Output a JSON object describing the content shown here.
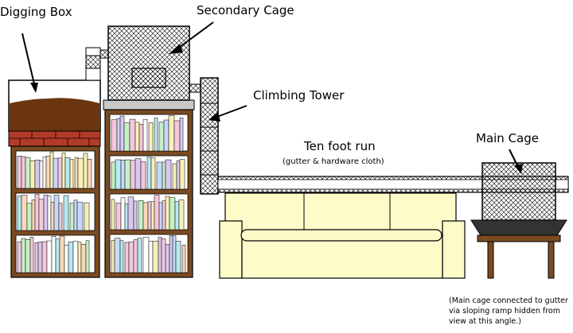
{
  "labels": {
    "digging_box": "Digging Box",
    "secondary_cage": "Secondary Cage",
    "climbing_tower": "Climbing Tower",
    "run": "Ten foot run",
    "run_sub": "(gutter & hardware cloth)",
    "main_cage": "Main Cage"
  },
  "note": {
    "line1": "(Main cage connected to gutter",
    "line2": "via sloping ramp hidden from",
    "line3": "view at this angle.)"
  },
  "colors": {
    "wood": "#7a4a22",
    "wood_dark": "#5c3514",
    "dirt": "#6b3510",
    "brick": "#b23a28",
    "couch": "#fdfbc8",
    "tray": "#333333",
    "mesh": "#000000",
    "shelf_top": "#c8c8c8"
  },
  "book_colors": [
    "#f4c8dc",
    "#c8d8f8",
    "#c8f0c8",
    "#f8f0b8",
    "#d8c8f0",
    "#f8d8b8",
    "#b8e8f0",
    "#ffffff"
  ]
}
